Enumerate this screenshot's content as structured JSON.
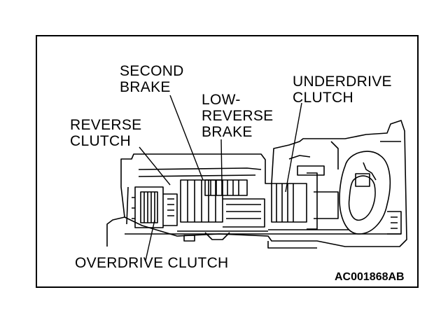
{
  "labels": {
    "second_brake": [
      "SECOND",
      "BRAKE"
    ],
    "low_reverse_brake": [
      "LOW-",
      "REVERSE",
      "BRAKE"
    ],
    "underdrive_clutch": [
      "UNDERDRIVE",
      "CLUTCH"
    ],
    "reverse_clutch": [
      "REVERSE",
      "CLUTCH"
    ],
    "overdrive_clutch": "OVERDRIVE CLUTCH"
  },
  "figure_code": "AC001868AB"
}
